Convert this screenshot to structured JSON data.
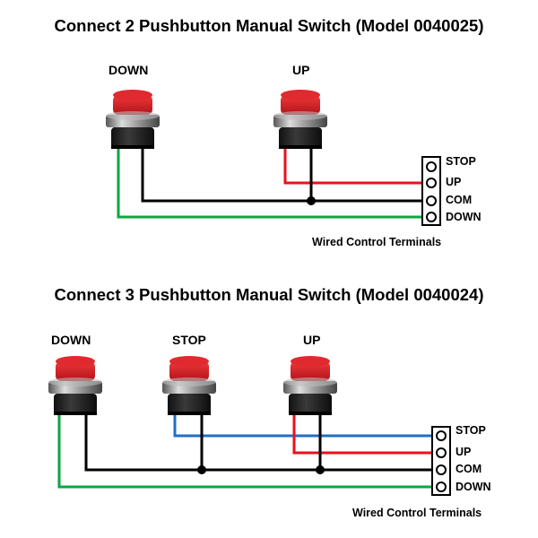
{
  "diagram1": {
    "title": "Connect 2 Pushbutton Manual Switch (Model 0040025)",
    "buttons": {
      "down": "DOWN",
      "up": "UP"
    },
    "terminals": [
      "STOP",
      "UP",
      "COM",
      "DOWN"
    ],
    "caption": "Wired Control Terminals"
  },
  "diagram2": {
    "title": "Connect 3 Pushbutton Manual Switch (Model 0040024)",
    "buttons": {
      "down": "DOWN",
      "stop": "STOP",
      "up": "UP"
    },
    "terminals": [
      "STOP",
      "UP",
      "COM",
      "DOWN"
    ],
    "caption": "Wired Control Terminals"
  },
  "colors": {
    "button_red": "#c8171b",
    "wire_red": "#e8111c",
    "wire_green": "#0ca641",
    "wire_blue": "#1f6fc6",
    "wire_black": "#000000"
  }
}
